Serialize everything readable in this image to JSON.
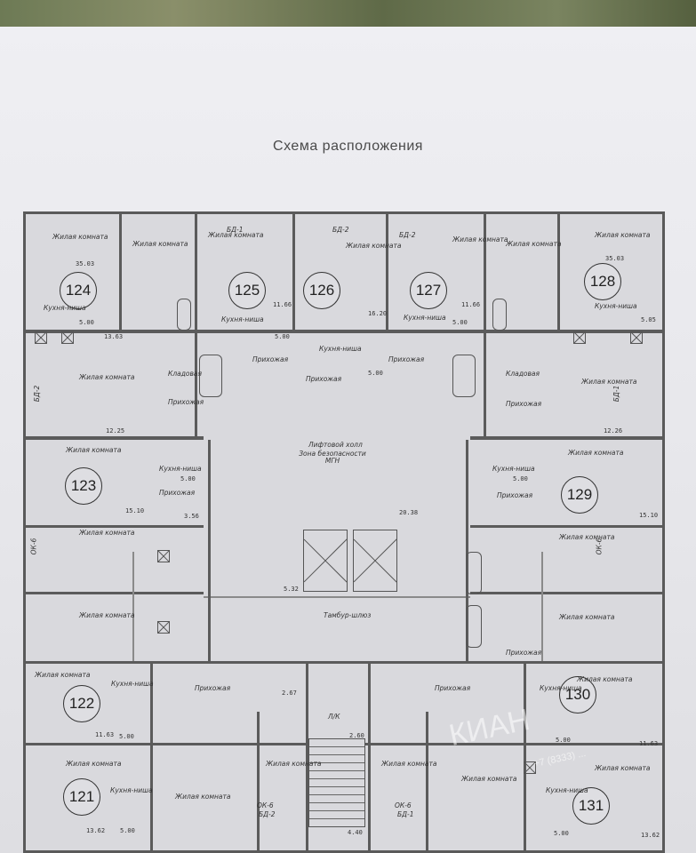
{
  "title": "Схема расположения",
  "apartments": [
    "124",
    "125",
    "126",
    "127",
    "128",
    "123",
    "129",
    "122",
    "130",
    "121",
    "131"
  ],
  "labels": {
    "living": "Жилая комната",
    "kitchen": "Кухня-ниша",
    "hall": "Прихожая",
    "pantry": "Кладовая",
    "lift_hall": "Лифтовой холл",
    "safety_zone": "Зона безопасности МГН",
    "tambour": "Тамбур-шлюз",
    "staircase": "Л/К",
    "bd1": "БД-1",
    "bd2": "БД-2",
    "ok6": "ОК-6"
  },
  "areas": {
    "a124": "35.03",
    "k124": "5.00",
    "b124": "13.63",
    "a125": "11.66",
    "k125": "5.00",
    "a126": "16.20",
    "k126": "5.00",
    "a127": "11.66",
    "k127": "5.00",
    "a128": "35.03",
    "k128": "5.05",
    "a123": "5.00",
    "b123": "15.10",
    "a129": "5.00",
    "b129": "15.10",
    "a122": "11.63",
    "k122": "5.00",
    "a130": "11.63",
    "k130": "5.00",
    "a121": "13.62",
    "k121": "5.00",
    "a131": "13.62",
    "k131": "5.00",
    "c1": "5.32",
    "c2": "20.38",
    "c3": "12.25",
    "c4": "12.26",
    "c5": "3.56",
    "c6": "2.67",
    "c7": "2.60",
    "c8": "4.40"
  },
  "watermark": "КИАН",
  "watermark_sub": "+7 (8333) ..."
}
